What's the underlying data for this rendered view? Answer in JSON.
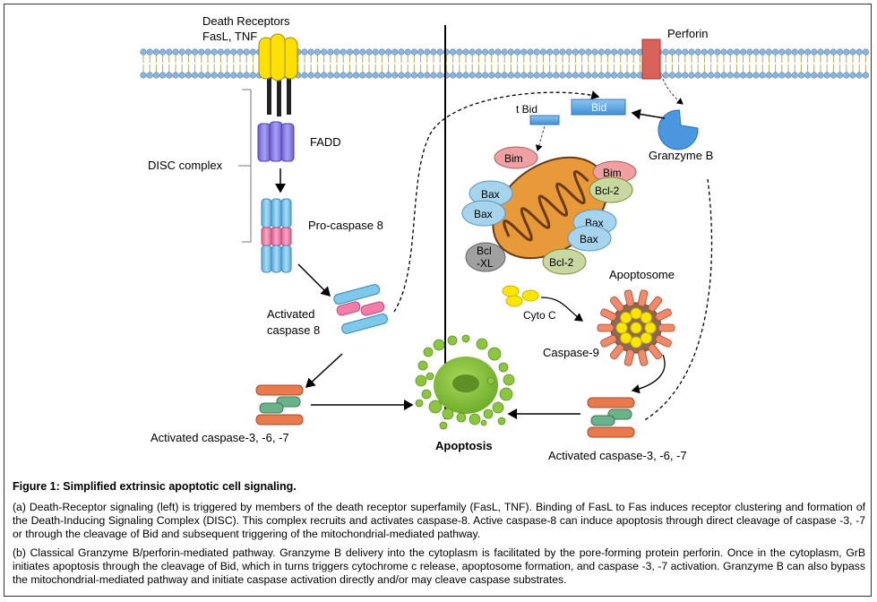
{
  "figure": {
    "title": "Figure 1: Simplified extrinsic apoptotic cell signaling.",
    "para_a": "(a) Death-Receptor signaling (left) is triggered by members of the death receptor superfamily (FasL, TNF). Binding of FasL to Fas induces receptor clustering and formation of the Death-Inducing Signaling Complex (DISC). This complex recruits and activates caspase-8. Active caspase-8 can induce apoptosis through direct cleavage of caspase -3, -7 or through the cleavage of Bid and subsequent triggering of the mitochondrial-mediated pathway.",
    "para_b": "(b) Classical Granzyme B/perforin-mediated pathway. Granzyme B delivery into the cytoplasm is facilitated by the pore-forming protein perforin. Once in the cytoplasm, GrB initiates apoptosis through the cleavage of Bid, which in turns triggers cytochrome c release, apoptosome formation, and caspase -3, -7 activation. Granzyme B can also bypass the mitochondrial-mediated pathway and initiate caspase activation directly and/or may cleave caspase substrates."
  },
  "diagram": {
    "death_receptors_line1": "Death Receptors",
    "death_receptors_line2": "FasL, TNF",
    "perforin": "Perforin",
    "fadd": "FADD",
    "disc_complex": "DISC complex",
    "pro_caspase8": "Pro-caspase 8",
    "activated_caspase8_line1": "Activated",
    "activated_caspase8_line2": "caspase 8",
    "activated_caspase_left": "Activated caspase-3, -6, -7",
    "activated_caspase_right": "Activated caspase-3, -6, -7",
    "apoptosis": "Apoptosis",
    "bid": "Bid",
    "tbid": "t Bid",
    "granzyme_b": "Granzyme B",
    "bim_1": "Bim",
    "bim_2": "Bim",
    "bcl2_1": "Bcl-2",
    "bcl2_2": "Bcl-2",
    "bax_1": "Bax",
    "bax_2": "Bax",
    "bax_3": "Bax",
    "bax_4": "Bax",
    "bclxl_line1": "Bcl",
    "bclxl_line2": "-XL",
    "apoptosome": "Apoptosome",
    "cyto_c": "Cyto C",
    "caspase9": "Caspase-9"
  },
  "colors": {
    "membrane_head": "#8fb4d9",
    "membrane_tail": "#b8a85a",
    "receptor_yellow": "#ffe000",
    "fadd_purple": "#8a7fe8",
    "caspase_blue": "#7ec8ec",
    "caspase_pink": "#ef7fa9",
    "effector_orange": "#e87a4e",
    "effector_green": "#6bb28a",
    "perforin_red": "#d9625a",
    "granzyme_blue": "#4a97e0",
    "mito_orange": "#e89a3a",
    "apoptosis_green": "#8cc63f"
  }
}
